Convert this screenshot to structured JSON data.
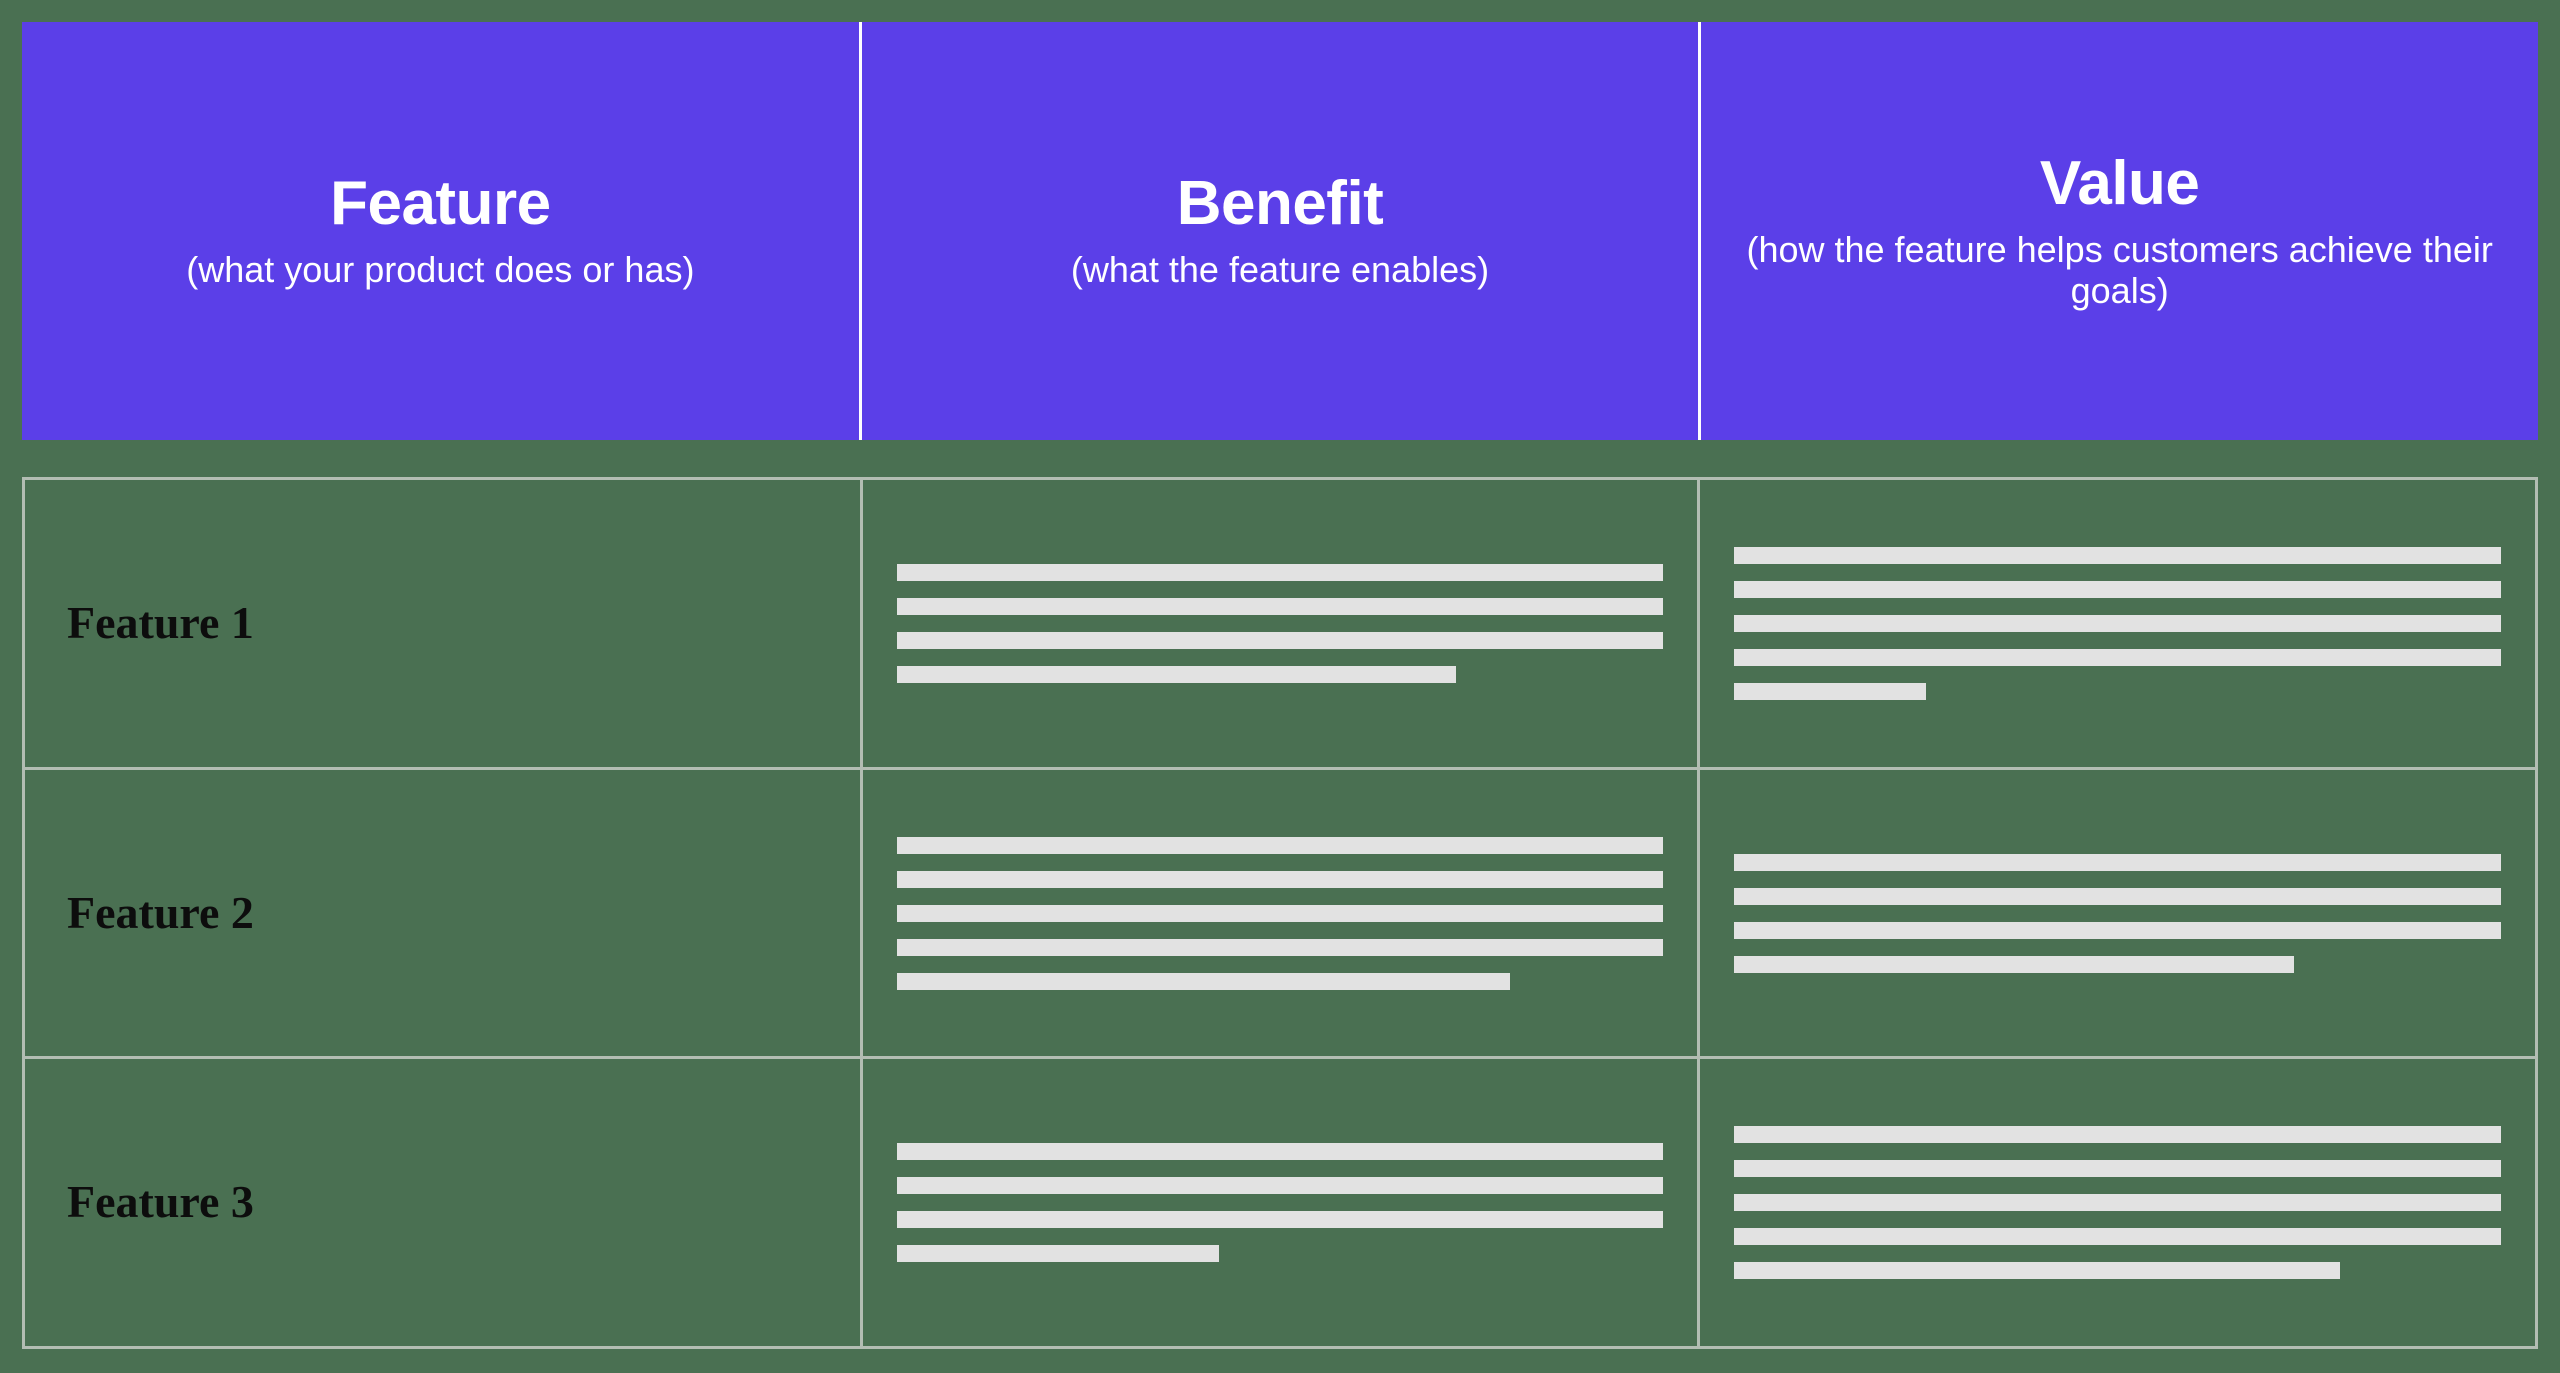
{
  "theme": {
    "background_color": "#4a7052",
    "header_background_color": "#5b3fe8",
    "header_text_color": "#ffffff",
    "border_color": "#b3bdb3",
    "divider_color": "#ffffff",
    "placeholder_line_color": "#e2e2e2",
    "row_label_color": "#0d0d0d"
  },
  "table": {
    "columns": [
      {
        "title": "Feature",
        "subtitle": "(what your product does or has)"
      },
      {
        "title": "Benefit",
        "subtitle": "(what the feature enables)"
      },
      {
        "title": "Value",
        "subtitle": "(how the feature helps customers achieve their goals)"
      }
    ],
    "rows": [
      {
        "label": "Feature 1",
        "benefit_lines": [
          100,
          100,
          100,
          73
        ],
        "value_lines": [
          100,
          100,
          100,
          100,
          25
        ]
      },
      {
        "label": "Feature 2",
        "benefit_lines": [
          100,
          100,
          100,
          100,
          80
        ],
        "value_lines": [
          100,
          100,
          100,
          73
        ]
      },
      {
        "label": "Feature 3",
        "benefit_lines": [
          100,
          100,
          100,
          42
        ],
        "value_lines": [
          100,
          100,
          100,
          100,
          79
        ]
      }
    ]
  }
}
